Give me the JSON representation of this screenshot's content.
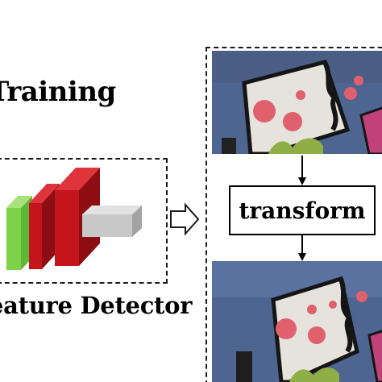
{
  "heading": "Training",
  "detector": {
    "label": "eature Detector",
    "layer_colors": {
      "green": "#7ed24a",
      "red": "#c4141c",
      "gray": "#c8c8c8"
    }
  },
  "transform": {
    "label": "transform"
  },
  "colors": {
    "dashed_border": "#1a1a1a",
    "wall_blue": "#4d6590",
    "canvas_white": "#e6e2dc",
    "spot_pink": "#e0606e",
    "graffiti_green": "#8fae45"
  },
  "images": {
    "input_photo": "graffiti-wall-photo",
    "transformed_photo": "graffiti-wall-photo-transformed"
  }
}
